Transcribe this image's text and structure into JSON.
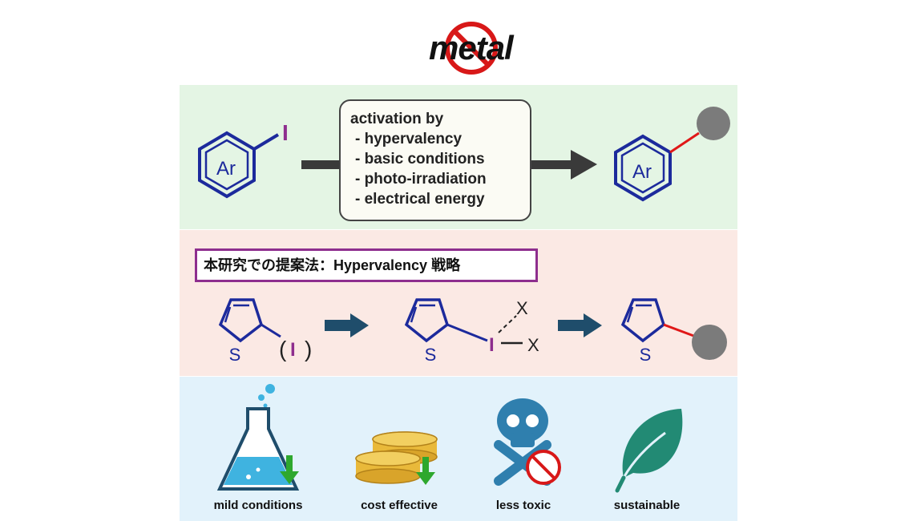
{
  "title": "metal",
  "activation_box": {
    "title": "activation by",
    "items": [
      "- hypervalency",
      "- basic conditions",
      "- photo-irradiation",
      "- electrical energy"
    ]
  },
  "aryl_label": "Ar",
  "iodine": "I",
  "proposal": "本研究での提案法：Hypervalency 戦略",
  "thiophene": {
    "sulfur": "S",
    "iodine": "I",
    "ligand_x": "X",
    "paren_open": "(",
    "paren_close": ")"
  },
  "benefits": [
    {
      "label": "mild conditions",
      "icon": "flask-icon"
    },
    {
      "label": "cost effective",
      "icon": "coins-icon"
    },
    {
      "label": "less toxic",
      "icon": "skull-icon"
    },
    {
      "label": "sustainable",
      "icon": "leaf-icon"
    }
  ],
  "colors": {
    "iodine": "#8e2e8e",
    "ring": "#1c2a9c",
    "bond_new": "#e01818",
    "no_sign": "#d81818",
    "arrow_dark": "#3a3a3a",
    "arrow_blue": "#1f4d6b",
    "green_panel": "#e4f5e4",
    "pink_panel": "#fbe9e4",
    "blue_panel": "#e2f2fb"
  }
}
